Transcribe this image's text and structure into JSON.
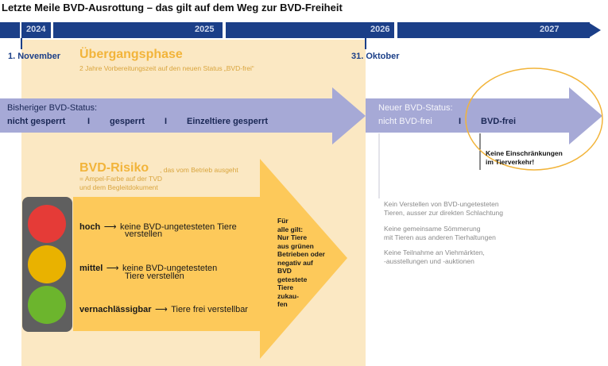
{
  "title": "Letzte Meile BVD-Ausrottung – das gilt auf dem Weg zur BVD-Freiheit",
  "timeline": {
    "years": [
      "2024",
      "2025",
      "2026",
      "2027"
    ],
    "start_date": "1. November",
    "end_date": "31. Oktober"
  },
  "transition": {
    "title": "Übergangsphase",
    "subtitle": "2 Jahre Vorbereitungszeit auf den neuen Status „BVD-frei“"
  },
  "old_status": {
    "heading": "Bisheriger BVD-Status:",
    "items": [
      "nicht gesperrt",
      "gesperrt",
      "Einzeltiere gesperrt"
    ],
    "separator": "I"
  },
  "new_status": {
    "heading": "Neuer BVD-Status:",
    "item_inactive": "nicht BVD-frei",
    "separator": "I",
    "item_active": "BVD-frei",
    "note_line1": "Keine Einschränkungen",
    "note_line2": "im Tierverkehr!"
  },
  "risk": {
    "title": "BVD-Risiko",
    "title_note": ", das vom Betrieb ausgeht",
    "sub_line1": "= Ampel-Farbe auf der TVD",
    "sub_line2": "und dem Begleitdokument",
    "rows": [
      {
        "level": "hoch",
        "arrow": "⟶",
        "text_line1": "keine BVD-ungetesteten Tiere",
        "text_line2": "verstellen"
      },
      {
        "level": "mittel",
        "arrow": "⟶",
        "text_line1": "keine BVD-ungetesteten",
        "text_line2": "Tiere verstellen"
      },
      {
        "level": "vernachlässigbar",
        "arrow": "⟶",
        "text_line1": "Tiere frei verstellbar",
        "text_line2": ""
      }
    ],
    "all_rule": [
      "Für",
      "alle gilt:",
      "Nur Tiere",
      "aus grünen",
      "Betrieben oder",
      "negativ auf BVD",
      "getestete",
      "Tiere",
      "zukau-",
      "fen"
    ]
  },
  "restrictions": [
    [
      "Kein Verstellen von BVD-ungetesteten",
      "Tieren, ausser zur direkten Schlachtung"
    ],
    [
      "Keine gemeinsame Sömmerung",
      "mit Tieren aus anderen Tierhaltungen"
    ],
    [
      "Keine Teilnahme an Viehmärkten,",
      "-ausstellungen und -auktionen"
    ]
  ],
  "colors": {
    "timeline": "#1b3f88",
    "status_arrow": "#a6a9d6",
    "transition_bg": "#fbe8c3",
    "risk_arrow": "#fdc95a",
    "accent": "#f2b43a",
    "lamp_red": "#e53b37",
    "lamp_yellow": "#e9b200",
    "lamp_green": "#6cb52d",
    "traffic_light": "#5f5f5f"
  }
}
